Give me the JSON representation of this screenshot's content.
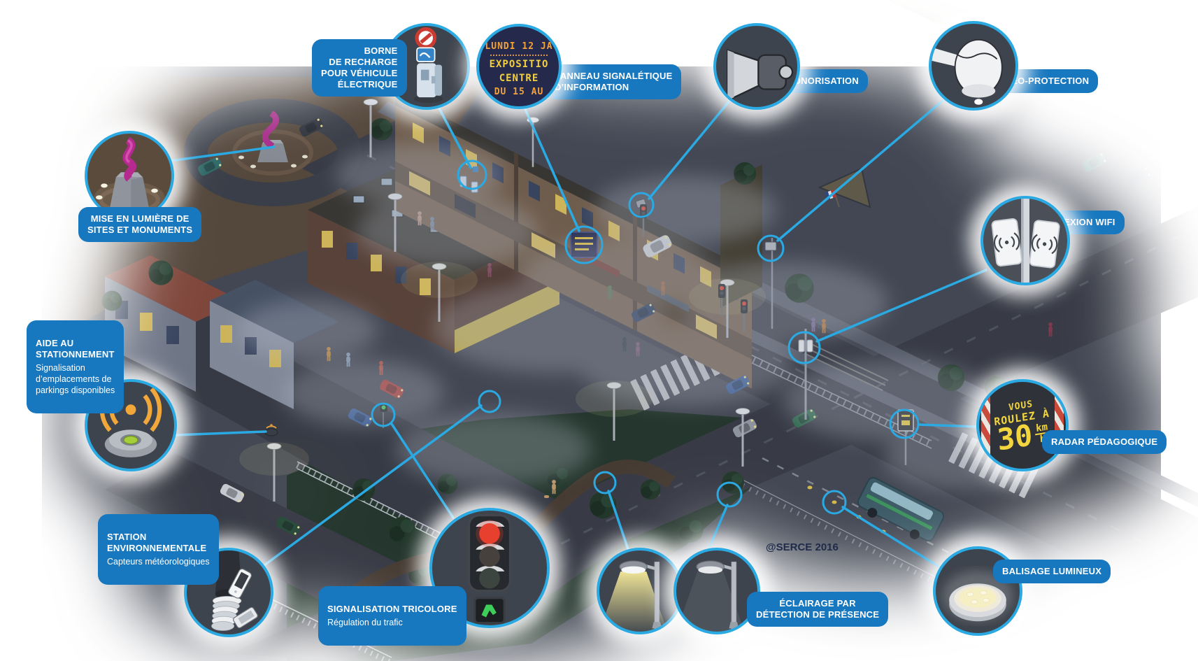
{
  "credit": "@SERCE 2016",
  "colors": {
    "label_bg": "#1878bf",
    "circle_border": "#2aa9e2",
    "leader_line": "#2aa9e2",
    "led_orange": "#f0a23c",
    "led_yellow": "#f2cf3f",
    "radar_yellow": "#f3d53d"
  },
  "callouts": {
    "mise_en_lumiere": {
      "label": "MISE EN LUMIÈRE DE\nSITES ET MONUMENTS",
      "icon": "monument-uplighting-icon"
    },
    "borne": {
      "label": "BORNE\nDE RECHARGE\nPOUR VÉHICULE\nÉLECTRIQUE",
      "icon": "ev-charging-station-icon"
    },
    "panneau": {
      "label": "PANNEAU SIGNALÉTIQUE\nD’INFORMATION",
      "icon": "led-information-panel-icon",
      "display_lines": [
        "LUNDI 12 JA",
        "EXPOSITIO",
        "CENTRE",
        "DU 15 AU"
      ]
    },
    "sonorisation": {
      "label": "SONORISATION",
      "icon": "loudspeaker-icon"
    },
    "video": {
      "label": "VIDÉO-PROTECTION",
      "icon": "dome-camera-icon"
    },
    "wifi": {
      "label": "CONNEXION WIFI",
      "icon": "wifi-antenna-icon"
    },
    "aide": {
      "label": "AIDE AU\nSTATIONNEMENT",
      "sublabel": "Signalisation\nd’emplacements de\nparkings disponibles",
      "icon": "parking-sensor-icon"
    },
    "station": {
      "label": "STATION\nENVIRONNEMENTALE",
      "sublabel": "Capteurs météorologiques",
      "icon": "weather-sensor-icon"
    },
    "signalisation": {
      "label": "SIGNALISATION TRICOLORE",
      "sublabel": "Régulation du trafic",
      "icon": "traffic-light-icon"
    },
    "eclairage": {
      "label": "ÉCLAIRAGE PAR\nDÉTECTION DE PRÉSENCE",
      "icon": "street-lamp-icon"
    },
    "balisage": {
      "label": "BALISAGE LUMINEUX",
      "icon": "ground-beacon-light-icon"
    },
    "radar": {
      "label": "RADAR PÉDAGOGIQUE",
      "icon": "speed-radar-sign-icon",
      "display": {
        "line1": "VOUS",
        "line2": "ROULEZ À",
        "speed": "30",
        "unit_top": "km",
        "unit_bottom": "h"
      }
    }
  }
}
